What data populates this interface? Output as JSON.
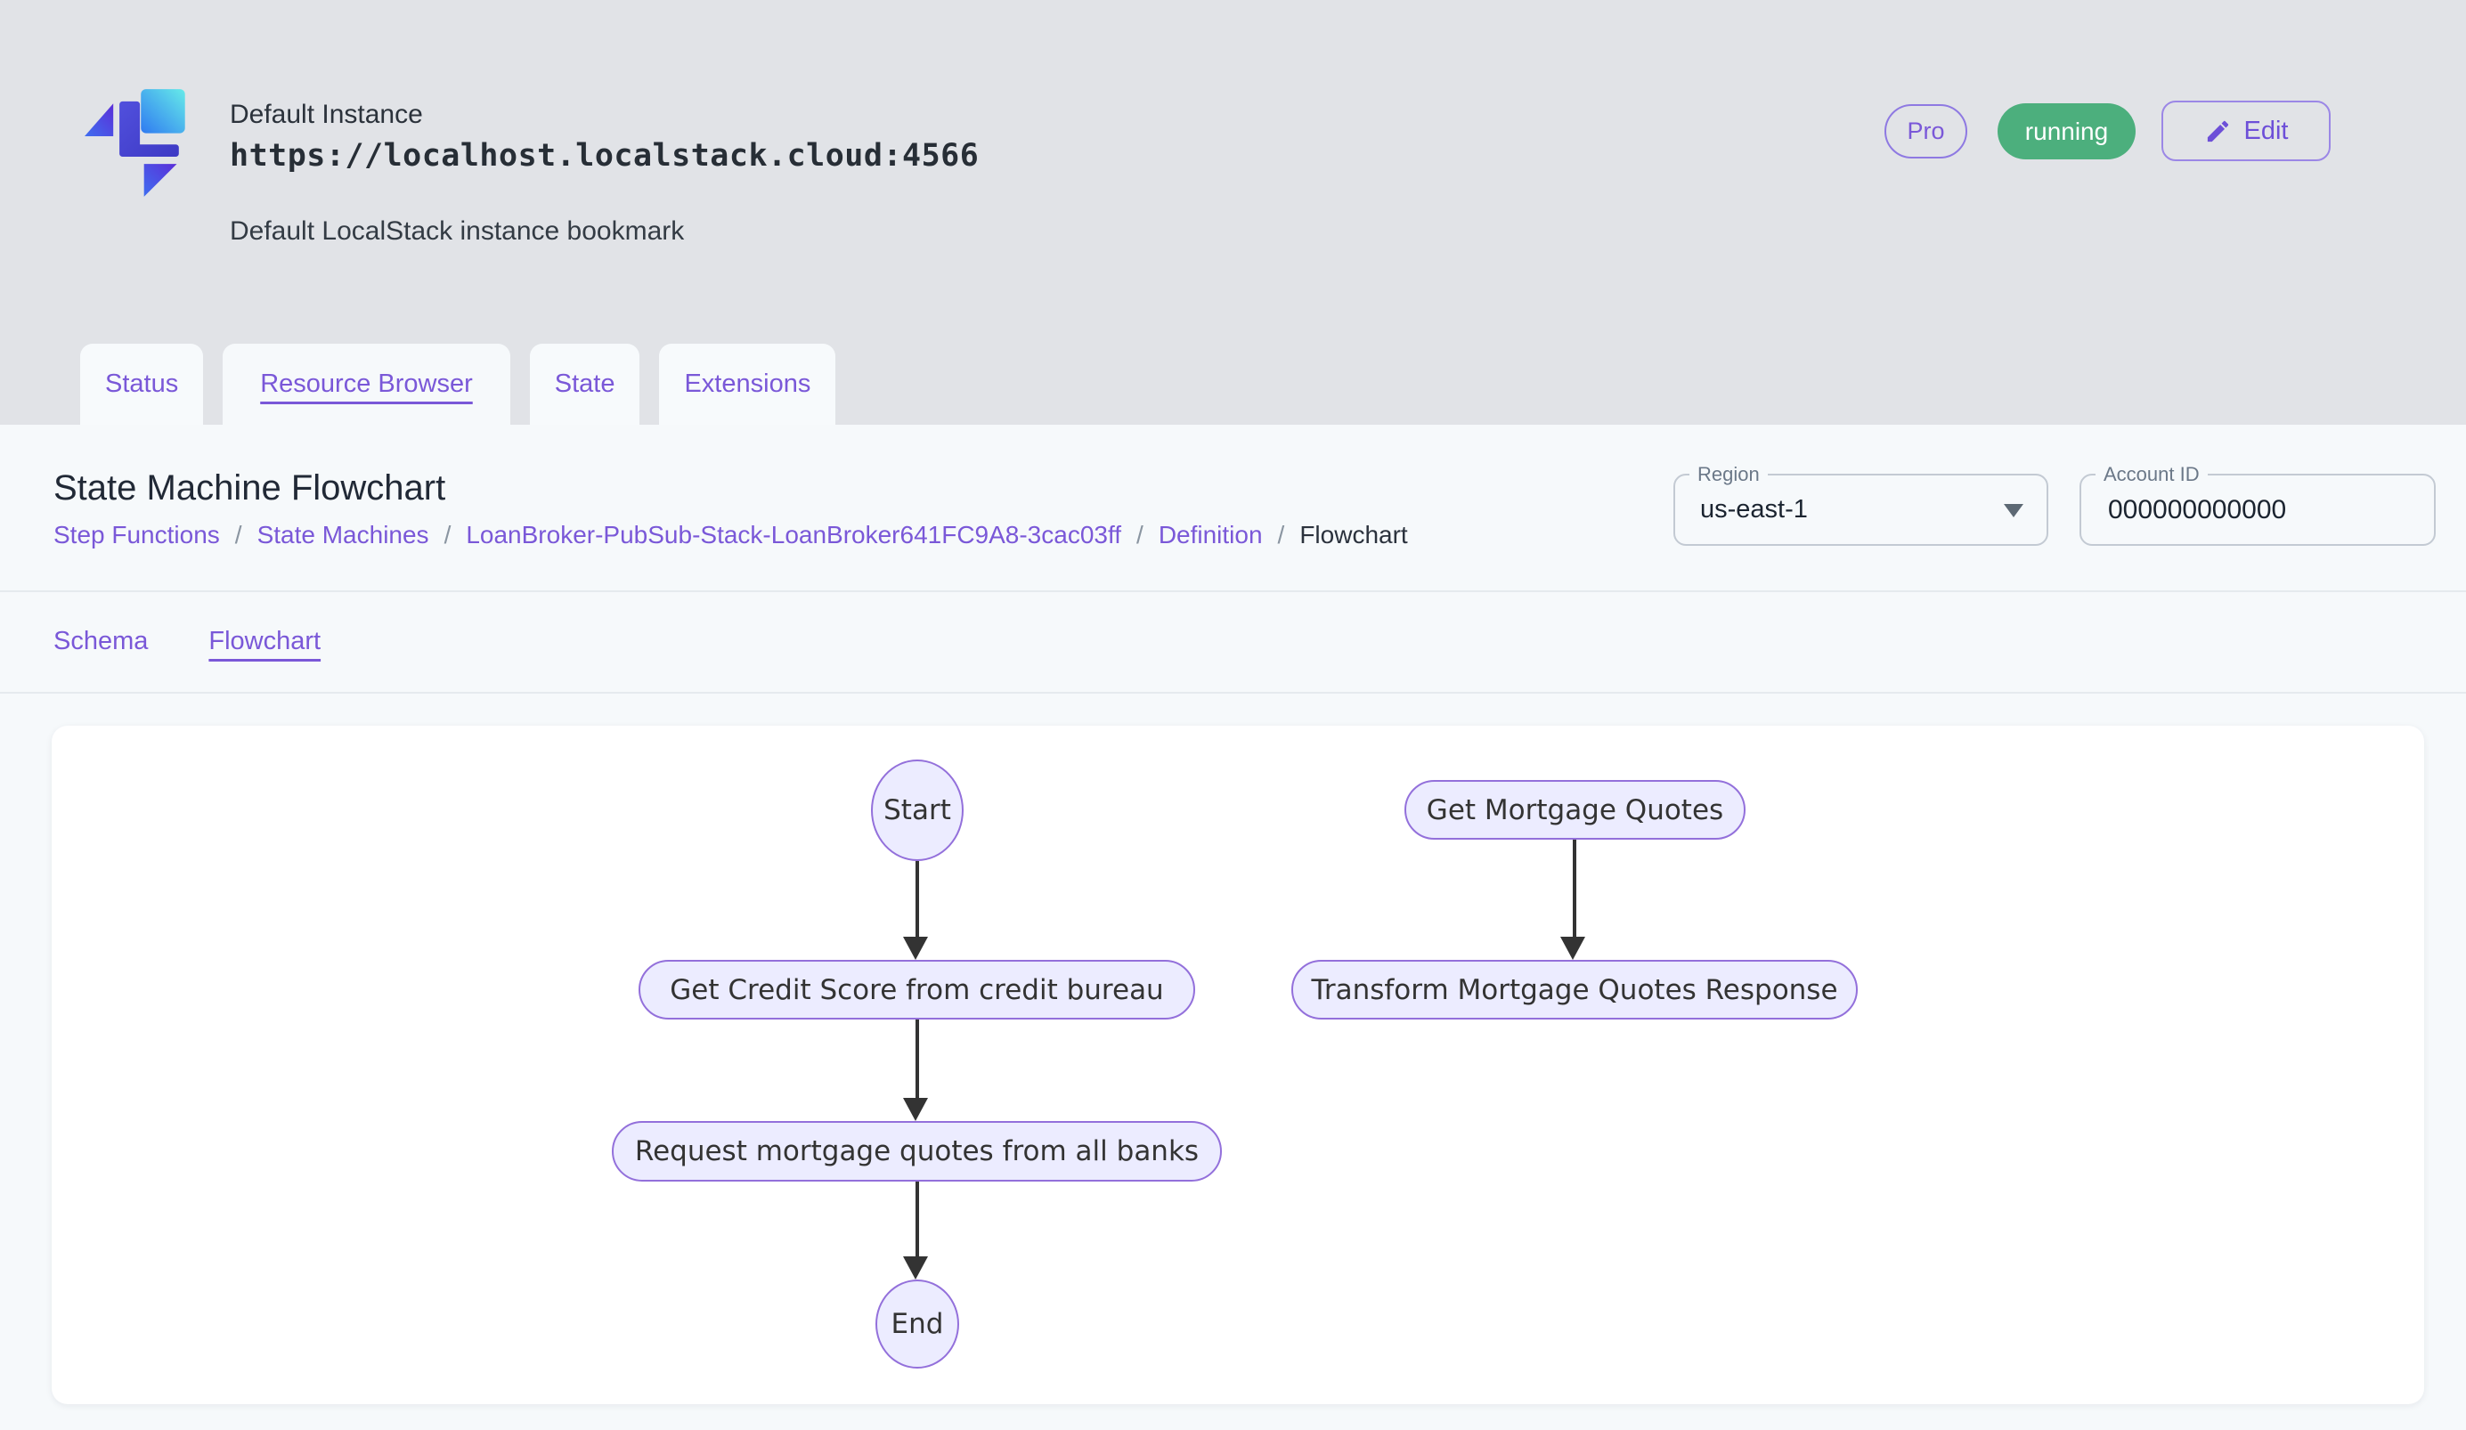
{
  "header": {
    "instance_name": "Default Instance",
    "instance_url": "https://localhost.localstack.cloud:4566",
    "instance_description": "Default LocalStack instance bookmark",
    "pro_badge": "Pro",
    "status_badge": "running",
    "edit_label": "Edit",
    "status_color": "#4caf7d",
    "accent_color": "#7a58d8"
  },
  "tabs": [
    {
      "label": "Status",
      "active": false
    },
    {
      "label": "Resource Browser",
      "active": true
    },
    {
      "label": "State",
      "active": false
    },
    {
      "label": "Extensions",
      "active": false
    }
  ],
  "page": {
    "title": "State Machine Flowchart",
    "breadcrumb": [
      "Step Functions",
      "State Machines",
      "LoanBroker-PubSub-Stack-LoanBroker641FC9A8-3cac03ff",
      "Definition",
      "Flowchart"
    ],
    "breadcrumb_separator": "/",
    "region": {
      "label": "Region",
      "value": "us-east-1"
    },
    "account": {
      "label": "Account ID",
      "value": "000000000000"
    },
    "subtabs": [
      {
        "label": "Schema",
        "active": false
      },
      {
        "label": "Flowchart",
        "active": true
      }
    ]
  },
  "flowchart": {
    "node_fill": "#ececff",
    "node_border": "#9370db",
    "arrow_color": "#333333",
    "nodes": [
      {
        "id": "start",
        "label": "Start",
        "shape": "circle"
      },
      {
        "id": "credit",
        "label": "Get Credit Score from credit bureau",
        "shape": "stadium"
      },
      {
        "id": "request",
        "label": "Request mortgage quotes from all banks",
        "shape": "stadium"
      },
      {
        "id": "end",
        "label": "End",
        "shape": "circle"
      },
      {
        "id": "getquotes",
        "label": "Get Mortgage Quotes",
        "shape": "stadium"
      },
      {
        "id": "transform",
        "label": "Transform Mortgage Quotes Response",
        "shape": "stadium"
      }
    ],
    "edges": [
      {
        "from": "start",
        "to": "credit"
      },
      {
        "from": "credit",
        "to": "request"
      },
      {
        "from": "request",
        "to": "end"
      },
      {
        "from": "getquotes",
        "to": "transform"
      }
    ]
  }
}
